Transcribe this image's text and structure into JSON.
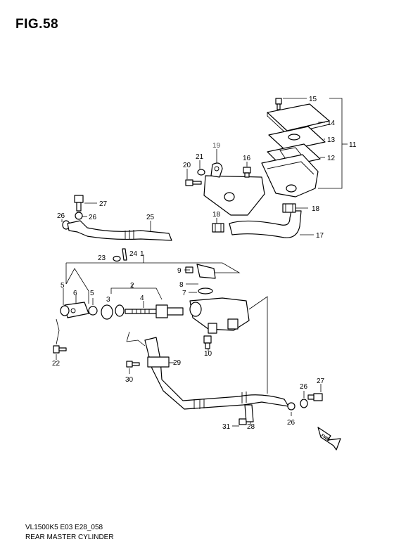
{
  "figure": {
    "title": "FIG.58",
    "model_code": "VL1500K5 E03 E28_058",
    "caption": "REAR MASTER CYLINDER"
  },
  "callouts": {
    "p15": "15",
    "p14": "14",
    "p13": "13",
    "p12": "12",
    "p11": "11",
    "p19": "19",
    "p21": "21",
    "p16": "16",
    "p20": "20",
    "p27a": "27",
    "p26a": "26",
    "p26b": "26",
    "p25": "25",
    "p18a": "18",
    "p18b": "18",
    "p17": "17",
    "p23": "23",
    "p24": "24",
    "p1": "1",
    "p9": "9",
    "p8": "8",
    "p7": "7",
    "p2": "2",
    "p3": "3",
    "p4": "4",
    "p5a": "5",
    "p6": "6",
    "p5b": "5",
    "p10": "10",
    "p22": "22",
    "p29": "29",
    "p30": "30",
    "p27b": "27",
    "p26c": "26",
    "p26d": "26",
    "p31": "31",
    "p28": "28"
  },
  "direction_badge": "FWD"
}
